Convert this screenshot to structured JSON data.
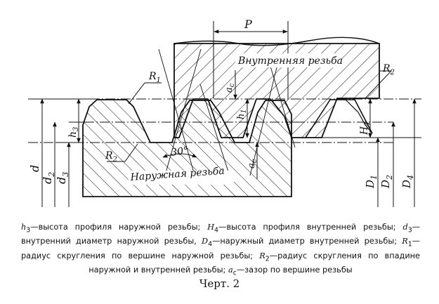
{
  "labels": {
    "pitch": "P",
    "internal_thread": "Внутренняя резьба",
    "external_thread": "Наружная резьба",
    "r1": "R",
    "r1_sub": "1",
    "r2": "R",
    "r2_sub": "2",
    "r2_left": "R",
    "r2_left_sub": "2",
    "angle": "30°",
    "ac": "a",
    "ac_sub": "c",
    "ac2": "a",
    "ac2_sub": "c",
    "h1": "h",
    "h1_sub": "1",
    "h3": "h",
    "h3_sub": "3",
    "H4": "H",
    "H4_sub": "4",
    "d": "d",
    "d2": "d",
    "d2_sub": "2",
    "d3": "d",
    "d3_sub": "3",
    "D1": "D",
    "D1_sub": "1",
    "D2": "D",
    "D2_sub": "2",
    "D4": "D",
    "D4_sub": "4"
  },
  "caption": {
    "h3_sym": "h",
    "h3_sub": "3",
    "h3_text": "—высота профиля наружной резьбы; ",
    "H4_sym": "H",
    "H4_sub": "4",
    "H4_text": "—высота профиля внутренней резьбы; ",
    "d3_sym": "d",
    "d3_sub": "3",
    "d3_text": "—внутренний диаметр наружной резьбы, ",
    "D4_sym": "D",
    "D4_sub": "4",
    "D4_text": "—наружный диаметр внутренней резьбы; ",
    "R1_sym": "R",
    "R1_sub": "1",
    "R1_text": "—радиус скругления по вершине наружной резьбы; ",
    "R2_sym": "R",
    "R2_sub": "2",
    "R2_text": "—радиус скругления по впадине наружной и внутренней резьбы; ",
    "ac_sym": "a",
    "ac_sub": "c",
    "ac_text": "—зазор по вершине резьбы"
  },
  "figure_title": "Черт. 2"
}
